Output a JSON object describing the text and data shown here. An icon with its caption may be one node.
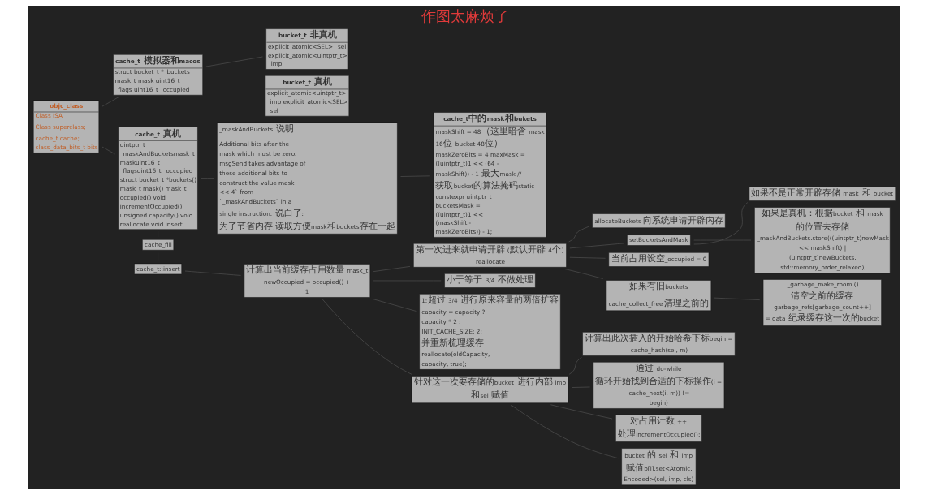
{
  "diagram": {
    "title": "作图太麻烦了",
    "nodes": [
      {
        "text": [
          "objc_class",
          "Class ISA",
          "Class superclass;",
          "cache_t cache; class_data_bits_t bits"
        ]
      },
      {
        "text": [
          "cache_t 模拟器和macos",
          "struct bucket_t *_buckets mask_t mask uint16_t _flags uint16_t _occupied"
        ]
      },
      {
        "text": [
          "bucket_t 非真机",
          "explicit_atomic<SEL> _sel explicit_atomic<uintptr_t> _imp"
        ]
      },
      {
        "text": [
          "bucket_t 真机",
          "explicit_atomic<uintptr_t> _imp explicit_atomic<SEL> _sel"
        ]
      },
      {
        "text": [
          "cache_t 真机",
          "uintptr_t _maskAndBucketsmask_t maskuint16_t _flagsuint16_t _occupied struct bucket_t *buckets() mask_t mask() mask_t occupied() void incrementOccupied() unsigned capacity() void reallocate void insert"
        ]
      },
      {
        "text": [
          "_maskAndBuckets 说明",
          "Additional bits after the mask which must be zero. msgSend takes advantage of these additional bits to construct the value mask << 4` from `_maskAndBuckets` in a single instruction. 说白了: 为了节省内存,读取方便mask和buckets存在一起"
        ]
      },
      {
        "text": [
          "cache_t中的mask和bukets",
          "maskShift = 48（这里暗含 mask 16位 bucket 48位） maskZeroBits = 4 maxMask = ((uintptr_t)1 << (64 - maskShift)) - 1 最大mask // 获取bucket的算法掩码static constexpr uintptr_t bucketsMask = ((uintptr_t)1 << (maskShift - maskZeroBits)) - 1;"
        ]
      },
      {
        "text": [
          "cache_fill"
        ]
      },
      {
        "text": [
          "cache_t::insert"
        ]
      },
      {
        "text": [
          "计算出当前缓存占用数量 mask_t newOccupied = occupied() + 1"
        ]
      },
      {
        "text": [
          "第一次进来就申请开辟 (默认开辟 4个) reallocate"
        ]
      },
      {
        "text": [
          "小于等于 3/4 不做处理"
        ]
      },
      {
        "text": [
          "1:超过 3/4 进行原来容量的两倍扩容 capacity = capacity ? capacity * 2 : INIT_CACHE_SIZE; 2: 并重新梳理缓存 reallocate(oldCapacity, capacity, true);"
        ]
      },
      {
        "text": [
          "针对这一次要存储的bucket 进行内部 imp 和sel 赋值"
        ]
      },
      {
        "text": [
          "allocateBuckets 向系统申请开辟内存"
        ]
      },
      {
        "text": [
          "setBucketsAndMask"
        ]
      },
      {
        "text": [
          "当前占用设空_occupied = 0"
        ]
      },
      {
        "text": [
          "如果有旧buckets",
          "cache_collect_free 清理之前的"
        ]
      },
      {
        "text": [
          "计算出此次插入的开始哈希下标begin = cache_hash(sel, m)"
        ]
      },
      {
        "text": [
          "通过 do-while 循环开始找到合适的下标操作(i = cache_next(i, m)) != begin)"
        ]
      },
      {
        "text": [
          "对占用计数 ++ 处理incrementOccupied();"
        ]
      },
      {
        "text": [
          "bucket 的 sel 和 imp 赋值b[i].set<Atomic, Encoded>(sel, imp, cls)"
        ]
      },
      {
        "text": [
          "如果不是正常开辟存储 mask 和 bucket"
        ]
      },
      {
        "text": [
          "如果是真机：根据bucket 和 mask 的位置去存储 _maskAndBuckets.store(((uintptr_t)newMask << maskShift) | (uintptr_t)newBuckets, std::memory_order_relaxed);"
        ]
      },
      {
        "text": [
          "_garbage_make_room () 清空之前的缓存 garbage_refs[garbage_count++] = data 纪录缓存这一次的bucket"
        ]
      }
    ],
    "edges": [
      {
        "from": 0,
        "to": 1,
        "arrow": "none"
      },
      {
        "from": 0,
        "to": 4,
        "arrow": "none"
      },
      {
        "from": 1,
        "to": 2,
        "arrow": "none"
      },
      {
        "from": 4,
        "to": 5,
        "arrow": "none"
      },
      {
        "from": 5,
        "to": 6,
        "arrow": "none"
      },
      {
        "from": 4,
        "to": 7,
        "arrow": "none"
      },
      {
        "from": 7,
        "to": 8,
        "arrow": "none"
      },
      {
        "from": 8,
        "to": 9,
        "arrow": "none"
      },
      {
        "from": 9,
        "to": 10,
        "arrow": "none"
      },
      {
        "from": 9,
        "to": 11,
        "arrow": "none"
      },
      {
        "from": 9,
        "to": 12,
        "arrow": "none"
      },
      {
        "from": 9,
        "to": 13,
        "arrow": "none"
      },
      {
        "from": 10,
        "to": 14,
        "arrow": "none"
      },
      {
        "from": 10,
        "to": 15,
        "arrow": "none"
      },
      {
        "from": 10,
        "to": 16,
        "arrow": "none"
      },
      {
        "from": 10,
        "to": 17,
        "arrow": "none"
      },
      {
        "from": 13,
        "to": 18,
        "arrow": "none"
      },
      {
        "from": 13,
        "to": 19,
        "arrow": "none"
      },
      {
        "from": 13,
        "to": 20,
        "arrow": "none"
      },
      {
        "from": 13,
        "to": 21,
        "arrow": "none"
      },
      {
        "from": 15,
        "to": 22,
        "arrow": "none"
      },
      {
        "from": 15,
        "to": 23,
        "arrow": "none"
      },
      {
        "from": 17,
        "to": 24,
        "arrow": "none"
      }
    ]
  }
}
